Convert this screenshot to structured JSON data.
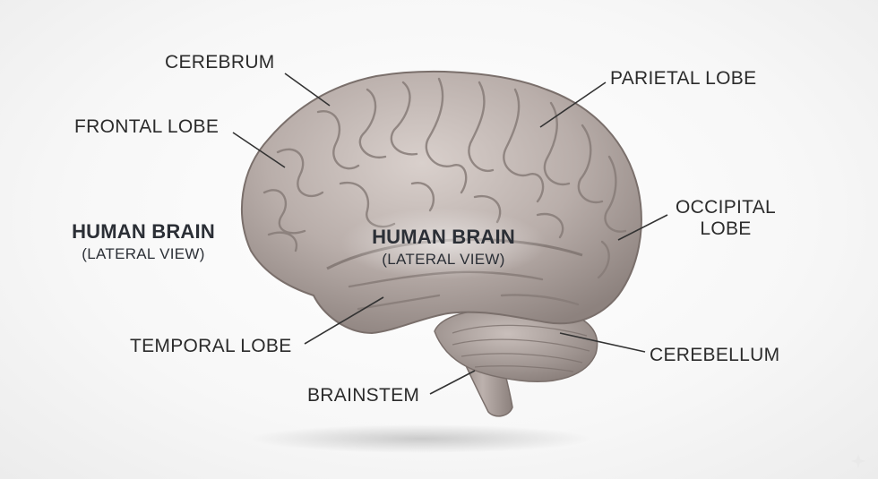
{
  "left_title": {
    "main": "HUMAN BRAIN",
    "sub": "(LATERAL VIEW)"
  },
  "center_title": {
    "main": "HUMAN BRAIN",
    "sub": "(LATERAL VIEW)"
  },
  "labels": {
    "cerebrum": "CEREBRUM",
    "frontal_lobe": "FRONTAL LOBE",
    "parietal_lobe": "PARIETAL LOBE",
    "occipital_lobe_line1": "OCCIPITAL",
    "occipital_lobe_line2": "LOBE",
    "temporal_lobe": "TEMPORAL LOBE",
    "cerebellum": "CEREBELLUM",
    "brainstem": "BRAINSTEM"
  },
  "colors": {
    "brain_fill": "#b8aca8",
    "brain_shadow": "#8f8480",
    "brain_highlight": "#d8cfcb",
    "text": "#2b2b2b",
    "leader_line": "#333333"
  }
}
